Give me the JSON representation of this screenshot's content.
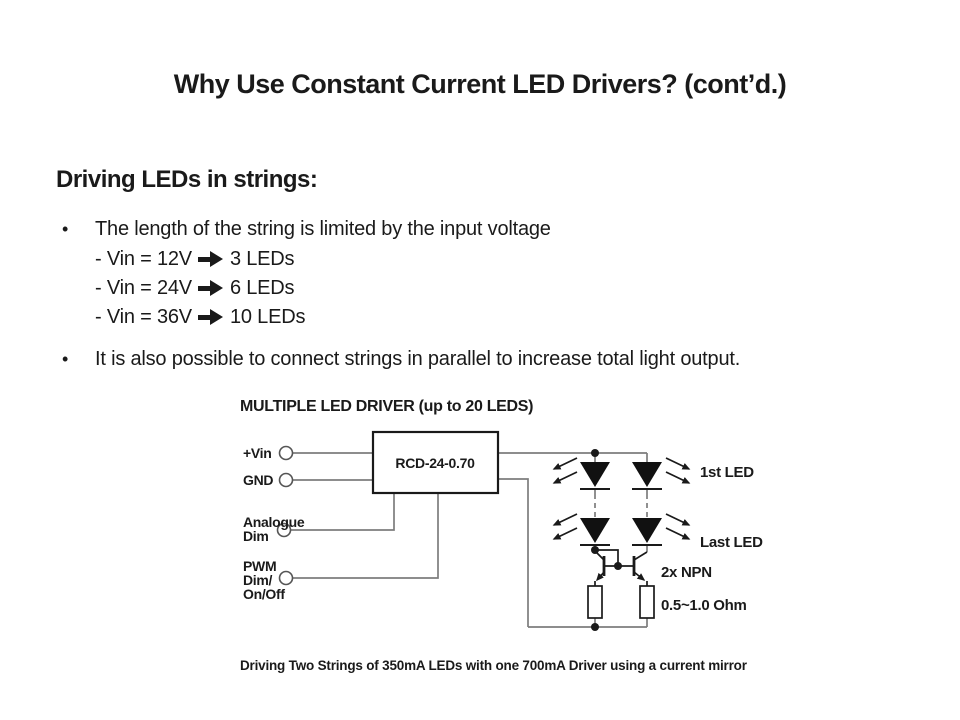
{
  "slide": {
    "title": "Why Use Constant Current LED Drivers? (cont’d.)",
    "heading": "Driving LEDs in strings:",
    "bullet_char": "•",
    "bullet1": "The length of the string is limited by the input voltage",
    "vin_lines": [
      {
        "left": "- Vin = 12V",
        "right": "3 LEDs"
      },
      {
        "left": "- Vin = 24V",
        "right": "6 LEDs"
      },
      {
        "left": "- Vin = 36V",
        "right": "10 LEDs"
      }
    ],
    "bullet2": "It is also possible to connect strings in parallel to increase total light output."
  },
  "diagram": {
    "title": "MULTIPLE LED DRIVER (up to 20 LEDS)",
    "driver_label": "RCD-24-0.70",
    "terminals": {
      "vin": "+Vin",
      "gnd": "GND",
      "analogue": [
        "Analogue",
        "Dim"
      ],
      "pwm": [
        "PWM",
        "Dim/",
        "On/Off"
      ]
    },
    "annotations": {
      "first_led": "1st LED",
      "last_led": "Last LED",
      "transistors": "2x NPN",
      "resistors": "0.5~1.0 Ohm"
    },
    "caption": "Driving Two Strings of 350mA LEDs with one 700mA Driver using a current mirror",
    "colors": {
      "ink": "#1a1a1a",
      "wire": "#7d7d7d"
    }
  }
}
